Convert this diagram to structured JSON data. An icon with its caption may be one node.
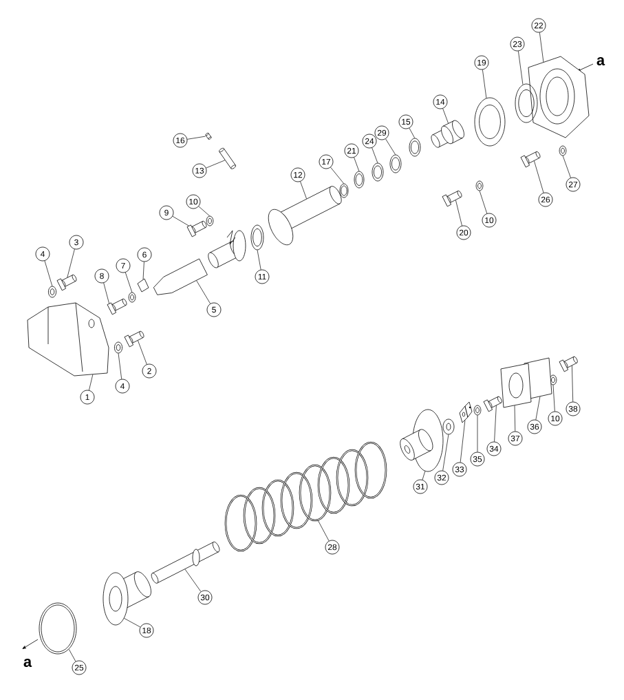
{
  "diagram": {
    "nodes": [
      {
        "text": [
          "22"
        ]
      },
      {
        "text": [
          "23"
        ]
      },
      {
        "text": [
          "19"
        ]
      },
      {
        "text": [
          "14"
        ]
      },
      {
        "text": [
          "16"
        ]
      },
      {
        "text": [
          "15"
        ]
      },
      {
        "text": [
          "29"
        ]
      },
      {
        "text": [
          "24"
        ]
      },
      {
        "text": [
          "21"
        ]
      },
      {
        "text": [
          "17"
        ]
      },
      {
        "text": [
          "13"
        ]
      },
      {
        "text": [
          "12"
        ]
      },
      {
        "text": [
          "10"
        ]
      },
      {
        "text": [
          "9"
        ]
      },
      {
        "text": [
          "10"
        ]
      },
      {
        "text": [
          "20"
        ]
      },
      {
        "text": [
          "26"
        ]
      },
      {
        "text": [
          "27"
        ]
      },
      {
        "text": [
          "3"
        ]
      },
      {
        "text": [
          "4"
        ]
      },
      {
        "text": [
          "6"
        ]
      },
      {
        "text": [
          "7"
        ]
      },
      {
        "text": [
          "8"
        ]
      },
      {
        "text": [
          "5"
        ]
      },
      {
        "text": [
          "11"
        ]
      },
      {
        "text": [
          "2"
        ]
      },
      {
        "text": [
          "4"
        ]
      },
      {
        "text": [
          "1"
        ]
      },
      {
        "text": [
          "38"
        ]
      },
      {
        "text": [
          "10"
        ]
      },
      {
        "text": [
          "36"
        ]
      },
      {
        "text": [
          "37"
        ]
      },
      {
        "text": [
          "34"
        ]
      },
      {
        "text": [
          "35"
        ]
      },
      {
        "text": [
          "33"
        ]
      },
      {
        "text": [
          "32"
        ]
      },
      {
        "text": [
          "31"
        ]
      },
      {
        "text": [
          "28"
        ]
      },
      {
        "text": [
          "30"
        ]
      },
      {
        "text": [
          "18"
        ]
      },
      {
        "text": [
          "25"
        ]
      },
      {
        "text": [],
        "shape": "picture"
      },
      {
        "text": [],
        "shape": "picture"
      },
      {
        "text": [],
        "shape": "picture"
      },
      {
        "text": [],
        "shape": "picture"
      },
      {
        "text": [],
        "shape": "picture"
      },
      {
        "text": [],
        "shape": "picture"
      },
      {
        "text": [],
        "shape": "picture"
      },
      {
        "text": [],
        "shape": "picture"
      },
      {
        "text": [],
        "shape": "picture"
      },
      {
        "text": [],
        "shape": "picture"
      },
      {
        "text": [],
        "shape": "picture"
      },
      {
        "text": [],
        "shape": "picture"
      },
      {
        "text": [],
        "shape": "picture"
      },
      {
        "text": [],
        "shape": "picture"
      },
      {
        "text": [],
        "shape": "picture"
      },
      {
        "text": [],
        "shape": "picture"
      },
      {
        "text": [],
        "shape": "picture"
      },
      {
        "text": [],
        "shape": "picture"
      },
      {
        "text": [],
        "shape": "picture"
      },
      {
        "text": [],
        "shape": "picture"
      },
      {
        "text": [],
        "shape": "picture"
      },
      {
        "text": [],
        "shape": "picture"
      },
      {
        "text": [],
        "shape": "picture"
      },
      {
        "text": [],
        "shape": "picture"
      },
      {
        "text": [],
        "shape": "picture"
      },
      {
        "text": [],
        "shape": "picture"
      },
      {
        "text": [],
        "shape": "picture"
      },
      {
        "text": [],
        "shape": "picture"
      },
      {
        "text": [],
        "shape": "picture"
      },
      {
        "text": [],
        "shape": "picture"
      },
      {
        "text": [],
        "shape": "picture"
      },
      {
        "text": [],
        "shape": "picture"
      },
      {
        "text": [],
        "shape": "picture"
      },
      {
        "text": [],
        "shape": "picture"
      },
      {
        "text": [],
        "shape": "picture"
      },
      {
        "text": [],
        "shape": "picture"
      },
      {
        "text": [],
        "shape": "picture"
      },
      {
        "text": [],
        "shape": "picture"
      },
      {
        "text": [],
        "shape": "picture"
      },
      {
        "text": [],
        "shape": "picture"
      },
      {
        "text": [],
        "shape": "picture"
      }
    ],
    "edges": [
      {
        "from": 0,
        "to": 41,
        "arrow": "none"
      },
      {
        "from": 1,
        "to": 42,
        "arrow": "none"
      },
      {
        "from": 2,
        "to": 43,
        "arrow": "none"
      },
      {
        "from": 3,
        "to": 44,
        "arrow": "none"
      },
      {
        "from": 4,
        "to": 45,
        "arrow": "none"
      },
      {
        "from": 5,
        "to": 46,
        "arrow": "none"
      },
      {
        "from": 6,
        "to": 47,
        "arrow": "none"
      },
      {
        "from": 7,
        "to": 48,
        "arrow": "none"
      },
      {
        "from": 8,
        "to": 49,
        "arrow": "none"
      },
      {
        "from": 9,
        "to": 50,
        "arrow": "none"
      },
      {
        "from": 10,
        "to": 51,
        "arrow": "none"
      },
      {
        "from": 11,
        "to": 52,
        "arrow": "none"
      },
      {
        "from": 12,
        "to": 53,
        "arrow": "none"
      },
      {
        "from": 13,
        "to": 54,
        "arrow": "none"
      },
      {
        "from": 14,
        "to": 55,
        "arrow": "none"
      },
      {
        "from": 15,
        "to": 56,
        "arrow": "none"
      },
      {
        "from": 16,
        "to": 57,
        "arrow": "none"
      },
      {
        "from": 17,
        "to": 58,
        "arrow": "none"
      },
      {
        "from": 18,
        "to": 59,
        "arrow": "none"
      },
      {
        "from": 19,
        "to": 60,
        "arrow": "none"
      },
      {
        "from": 20,
        "to": 61,
        "arrow": "none"
      },
      {
        "from": 21,
        "to": 62,
        "arrow": "none"
      },
      {
        "from": 22,
        "to": 63,
        "arrow": "none"
      },
      {
        "from": 23,
        "to": 64,
        "arrow": "none"
      },
      {
        "from": 24,
        "to": 65,
        "arrow": "none"
      },
      {
        "from": 25,
        "to": 66,
        "arrow": "none"
      },
      {
        "from": 26,
        "to": 67,
        "arrow": "none"
      },
      {
        "from": 27,
        "to": 68,
        "arrow": "none"
      },
      {
        "from": 28,
        "to": 69,
        "arrow": "none"
      },
      {
        "from": 29,
        "to": 70,
        "arrow": "none"
      },
      {
        "from": 30,
        "to": 71,
        "arrow": "none"
      },
      {
        "from": 31,
        "to": 72,
        "arrow": "none"
      },
      {
        "from": 32,
        "to": 73,
        "arrow": "none"
      },
      {
        "from": 33,
        "to": 74,
        "arrow": "none"
      },
      {
        "from": 34,
        "to": 75,
        "arrow": "none"
      },
      {
        "from": 35,
        "to": 76,
        "arrow": "none"
      },
      {
        "from": 36,
        "to": 77,
        "arrow": "none"
      },
      {
        "from": 37,
        "to": 78,
        "arrow": "none"
      },
      {
        "from": 38,
        "to": 79,
        "arrow": "none"
      },
      {
        "from": 39,
        "to": 80,
        "arrow": "none"
      },
      {
        "from": 40,
        "to": 81,
        "arrow": "none"
      }
    ],
    "labels": [
      "a",
      "a"
    ]
  }
}
